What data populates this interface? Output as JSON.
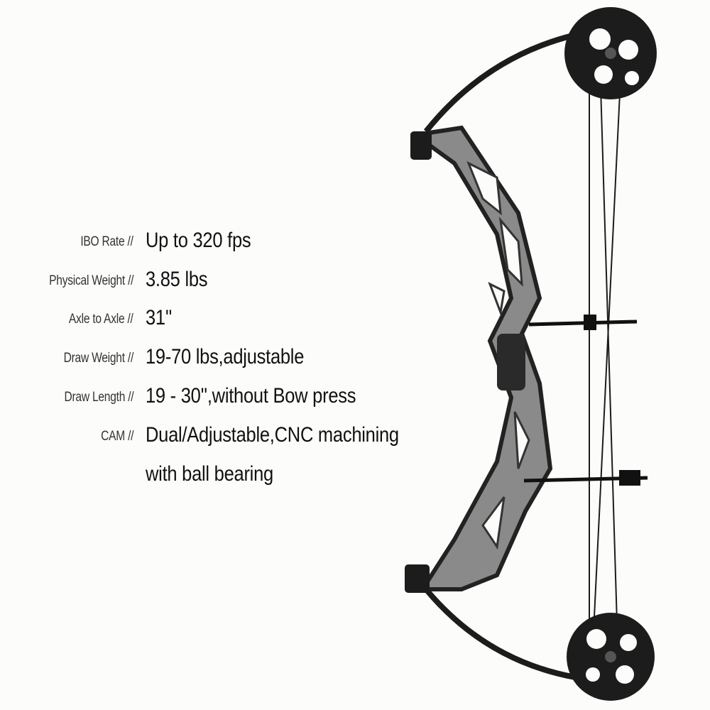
{
  "specs": [
    {
      "label": "IBO Rate //",
      "value": "Up to 320  fps"
    },
    {
      "label": "Physical  Weight //",
      "value": "3.85 lbs"
    },
    {
      "label": "Axle to Axle //",
      "value": "31''"
    },
    {
      "label": "Draw Weight //",
      "value": "19-70 lbs,adjustable"
    },
    {
      "label": "Draw Length //",
      "value": "19 - 30'',without Bow press"
    },
    {
      "label": "CAM //",
      "value": "Dual/Adjustable,CNC machining"
    },
    {
      "label": "",
      "value": "with ball bearing"
    }
  ],
  "colors": {
    "background": "#fcfcfa",
    "bow": "#1c1c1c",
    "camo": "#8a8a8a"
  }
}
